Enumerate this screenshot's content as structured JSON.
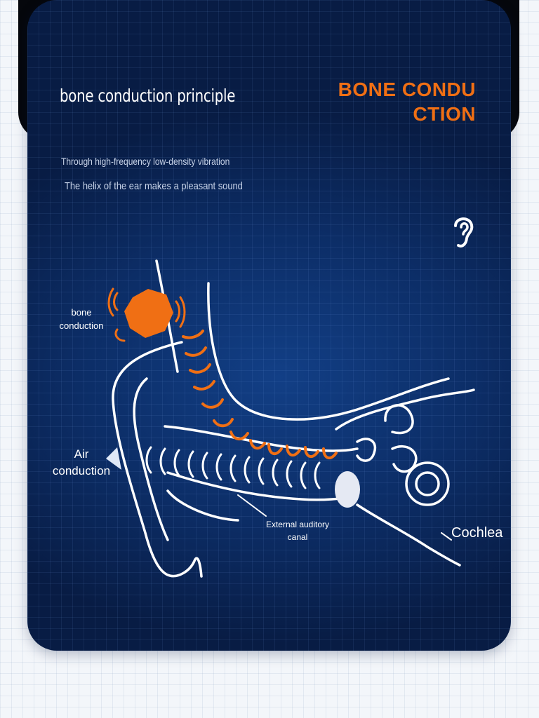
{
  "title": "bone conduction principle",
  "brand": {
    "line1": "BONE CONDU",
    "line2": "CTION"
  },
  "subtitle_1": "Through high-frequency low-density vibration",
  "subtitle_2": "The helix of the ear makes a pleasant sound",
  "labels": {
    "bone_line1": "bone",
    "bone_line2": "conduction",
    "air_line1": "Air",
    "air_line2": "conduction",
    "canal_line1": "External auditory",
    "canal_line2": "canal",
    "cochlea": "Cochlea"
  },
  "colors": {
    "accent": "#f06f14",
    "background": "#0c2d66",
    "line": "#ffffff"
  },
  "icons": {
    "ear": "ear-icon"
  }
}
